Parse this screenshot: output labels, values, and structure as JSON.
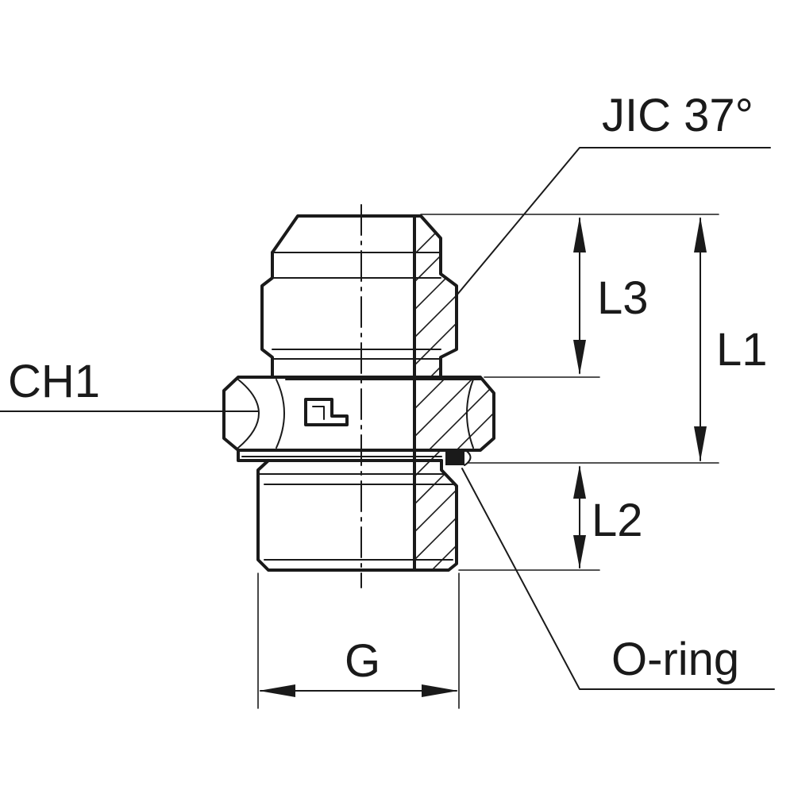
{
  "labels": {
    "jic": "JIC 37°",
    "ch1": "CH1",
    "l1": "L1",
    "l2": "L2",
    "l3": "L3",
    "g": "G",
    "oring": "O-ring"
  },
  "colors": {
    "line": "#1a1a1a",
    "background": "#ffffff"
  }
}
